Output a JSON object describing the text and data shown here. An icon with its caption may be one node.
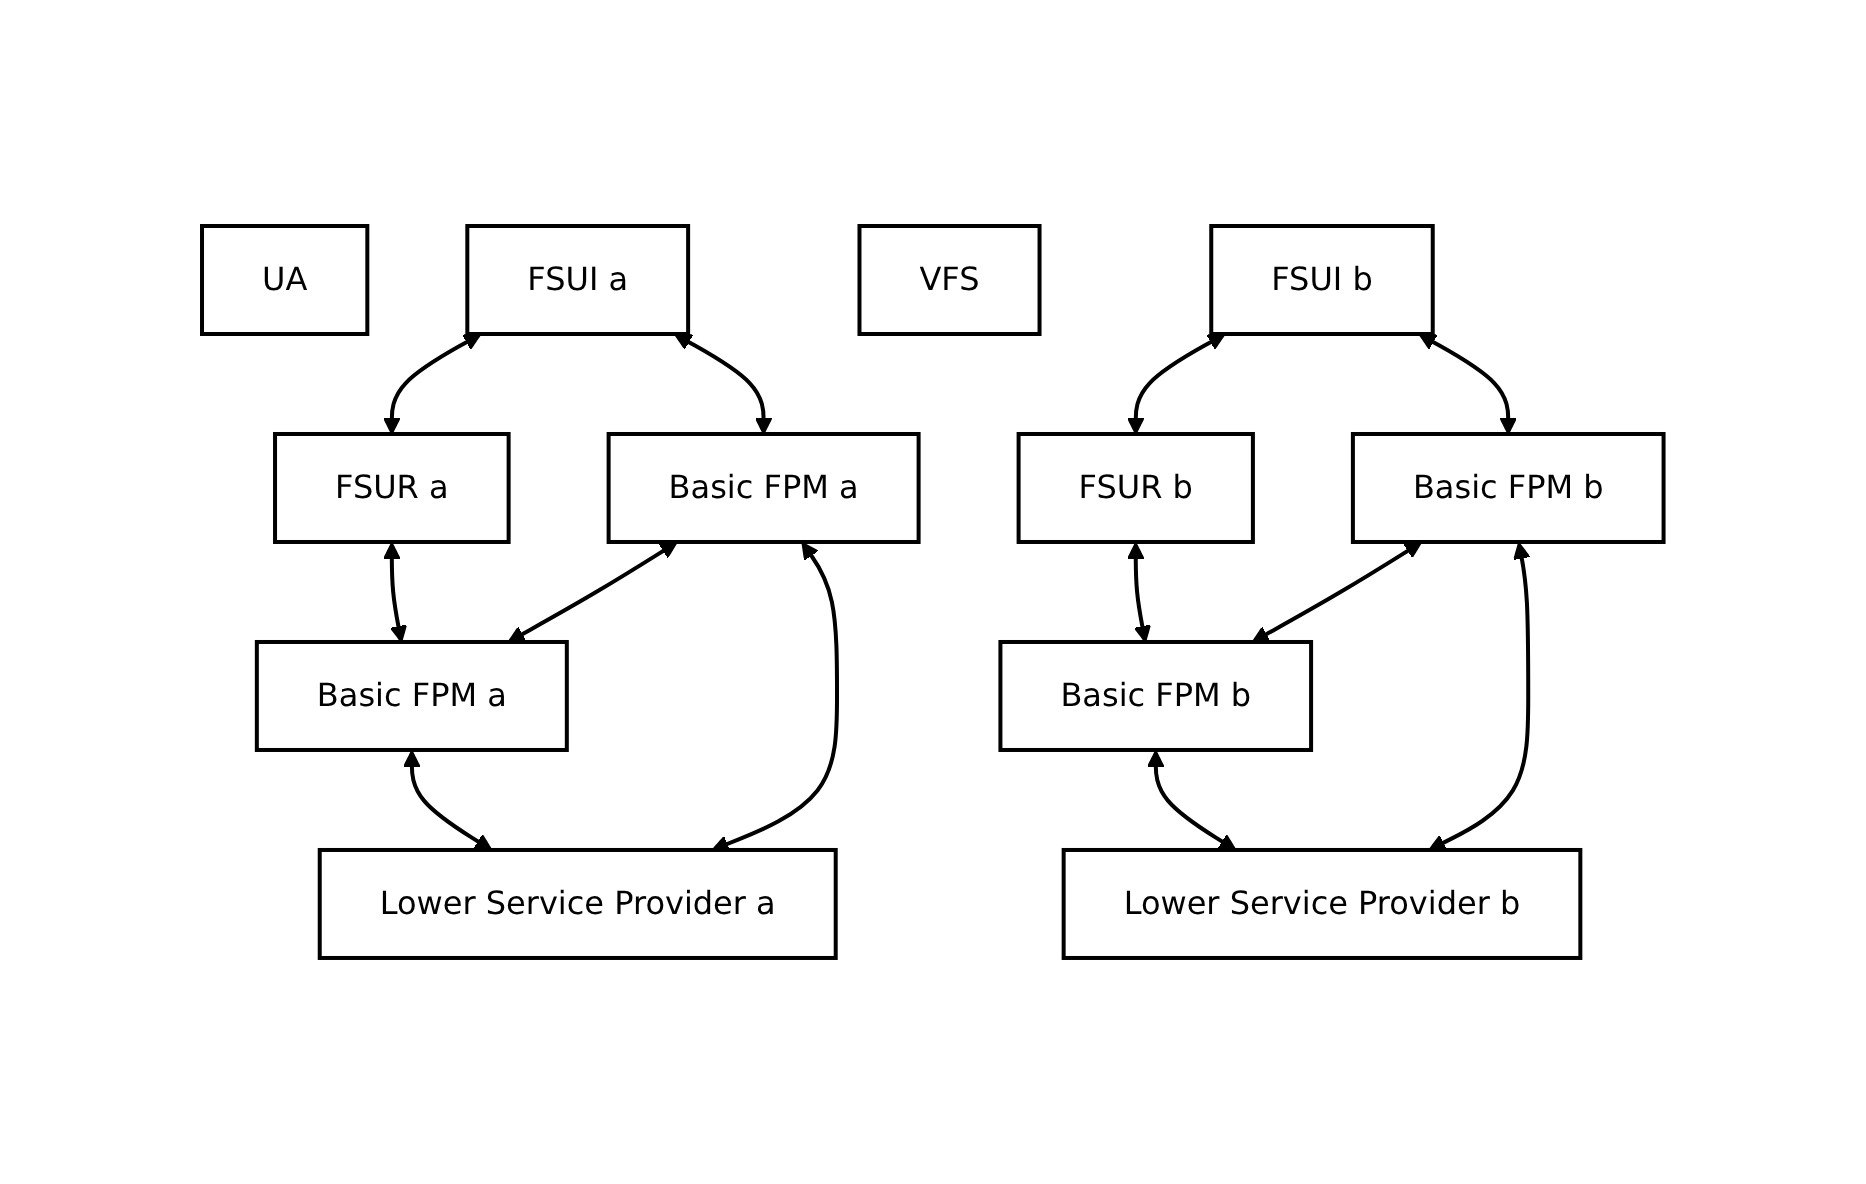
{
  "diagram": {
    "nodes": [
      {
        "text": [
          "UA"
        ]
      },
      {
        "text": [
          "FSUI a"
        ]
      },
      {
        "text": [
          "FSUR a"
        ]
      },
      {
        "text": [
          "VFS"
        ]
      },
      {
        "text": [
          "FSUI b"
        ]
      },
      {
        "text": [
          "FSUR b"
        ]
      },
      {
        "text": [
          "Basic FPM a"
        ]
      },
      {
        "text": [
          "Basic FPM a"
        ]
      },
      {
        "text": [
          "Basic FPM b"
        ]
      },
      {
        "text": [
          "Basic FPM b"
        ]
      },
      {
        "text": [
          "Lower Service Provider a"
        ]
      },
      {
        "text": [
          "Lower Service Provider b"
        ]
      }
    ],
    "edges": [
      {
        "from": 1,
        "to": 2,
        "arrow": "both"
      },
      {
        "from": 1,
        "to": 6,
        "arrow": "both"
      },
      {
        "from": 2,
        "to": 7,
        "arrow": "both"
      },
      {
        "from": 6,
        "to": 7,
        "arrow": "both"
      },
      {
        "from": 6,
        "to": 10,
        "arrow": "both"
      },
      {
        "from": 7,
        "to": 10,
        "arrow": "both"
      },
      {
        "from": 4,
        "to": 5,
        "arrow": "both"
      },
      {
        "from": 4,
        "to": 8,
        "arrow": "both"
      },
      {
        "from": 5,
        "to": 9,
        "arrow": "both"
      },
      {
        "from": 8,
        "to": 9,
        "arrow": "both"
      },
      {
        "from": 8,
        "to": 11,
        "arrow": "both"
      },
      {
        "from": 9,
        "to": 11,
        "arrow": "both"
      }
    ]
  }
}
